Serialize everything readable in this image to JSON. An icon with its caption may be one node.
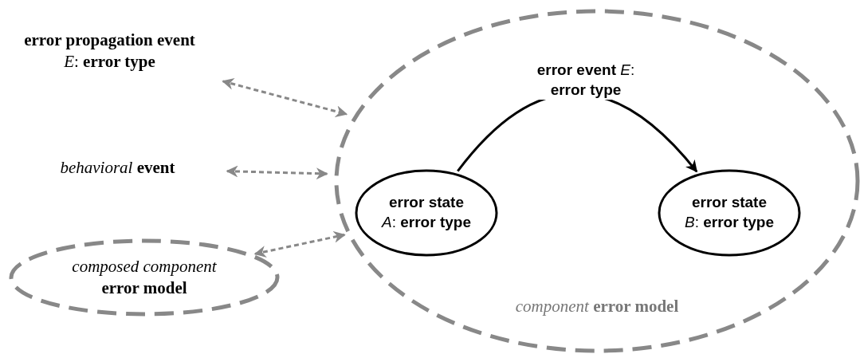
{
  "diagram": {
    "nodes": [
      {
        "text": [
          "error propagation event",
          "*E*: **error type**"
        ]
      },
      {
        "text": [
          "*behavioral* **event**"
        ]
      },
      {
        "text": [
          "composed component",
          "error model"
        ]
      },
      {
        "text": [
          "*component* **error model**"
        ]
      },
      {
        "text": [
          "error state",
          "*A*: **error type**"
        ],
        "in": 3
      },
      {
        "text": [
          "error state",
          "*B*: **error type**"
        ],
        "in": 3
      }
    ],
    "edges": [
      {
        "from": 0,
        "to": 3,
        "arrow": "both",
        "style": "dashed"
      },
      {
        "from": 1,
        "to": 3,
        "arrow": "both",
        "style": "dashed"
      },
      {
        "from": 2,
        "to": 3,
        "arrow": "both",
        "style": "dashed"
      },
      {
        "from": 4,
        "to": 5,
        "arrow": "to",
        "label": "**error event** *E*: **error type**",
        "color": "#000000"
      }
    ]
  }
}
